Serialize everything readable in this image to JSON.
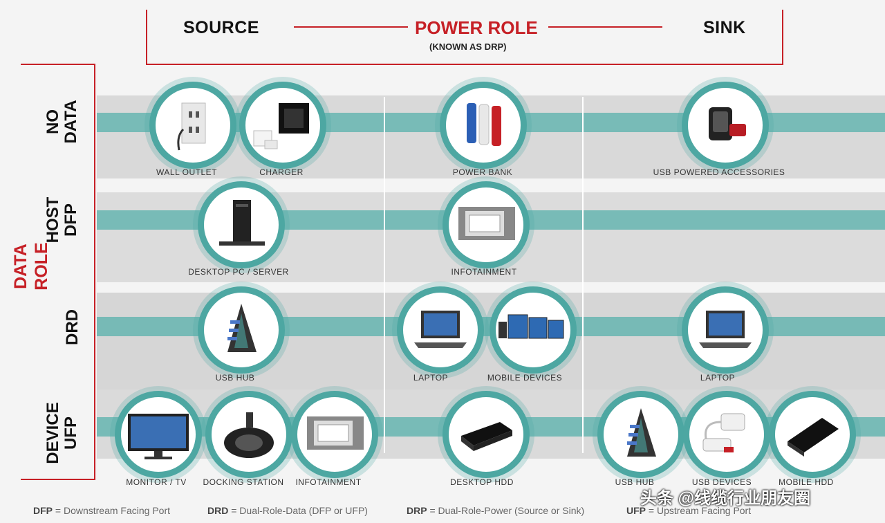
{
  "header": {
    "source": "SOURCE",
    "power_role": "POWER ROLE",
    "known_as": "(KNOWN AS DRP)",
    "sink": "SINK"
  },
  "sidebar": {
    "data_role": "DATA ROLE",
    "rows": {
      "no_data": [
        "NO",
        "DATA"
      ],
      "host": [
        "HOST",
        "DFP"
      ],
      "drd": [
        "DRD"
      ],
      "device": [
        "DEVICE",
        "UFP"
      ]
    }
  },
  "items": {
    "wall_outlet": "WALL OUTLET",
    "charger": "CHARGER",
    "power_bank": "POWER BANK",
    "usb_accessories": "USB POWERED ACCESSORIES",
    "desktop_pc": "DESKTOP PC / SERVER",
    "infotainment_host": "INFOTAINMENT",
    "usb_hub_drd": "USB HUB",
    "laptop_drp": "LAPTOP",
    "mobile_devices": "MOBILE DEVICES",
    "laptop_sink": "LAPTOP",
    "monitor_tv": "MONITOR / TV",
    "docking_station": "DOCKING STATION",
    "infotainment_ufp": "INFOTAINMENT",
    "desktop_hdd": "DESKTOP HDD",
    "usb_hub_ufp": "USB HUB",
    "usb_devices": "USB DEVICES",
    "mobile_hdd": "MOBILE HDD"
  },
  "legend": {
    "dfp_key": "DFP",
    "dfp_val": " = Downstream Facing Port",
    "drd_key": "DRD",
    "drd_val": " = Dual-Role-Data (DFP or UFP)",
    "drp_key": "DRP",
    "drp_val": " = Dual-Role-Power (Source or Sink)",
    "ufp_key": "UFP",
    "ufp_val": " = Upstream Facing Port"
  },
  "watermark": "头条 @线缆行业朋友圈",
  "colors": {
    "accent_red": "#c62026",
    "teal": "#4da7a2"
  }
}
